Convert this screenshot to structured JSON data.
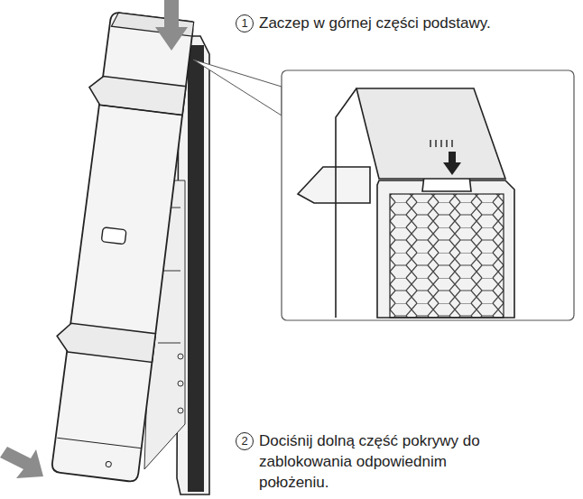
{
  "diagram": {
    "labels": [
      "1",
      "Zaczep w górnej części podstawy.",
      "2",
      "Dociśnij dolną część pokrywy do zablokowania odpowiednim położeniu."
    ]
  }
}
